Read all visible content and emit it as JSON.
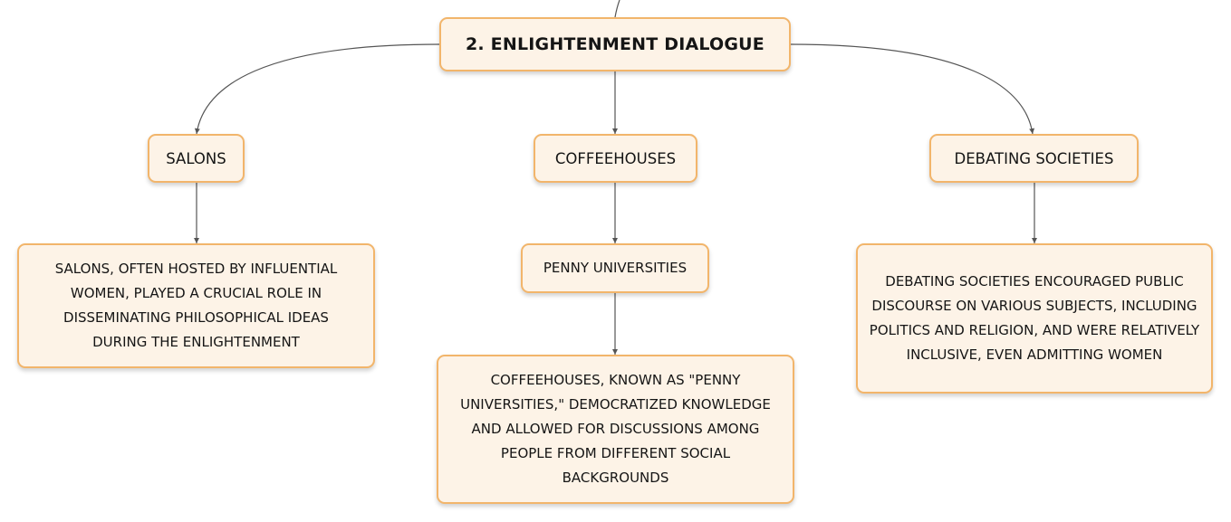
{
  "diagram": {
    "root": {
      "label": "2. Enlightenment Dialogue"
    },
    "branches": [
      {
        "label": "Salons",
        "children": [
          {
            "label": "Salons, often hosted by influential women, played a crucial role in disseminating philosophical ideas during the Enlightenment"
          }
        ]
      },
      {
        "label": "Coffeehouses",
        "children": [
          {
            "label": "Penny Universities"
          },
          {
            "label": "Coffeehouses, known as \"Penny Universities,\" democratized knowledge and allowed for discussions among people from different social backgrounds"
          }
        ]
      },
      {
        "label": "Debating Societies",
        "children": [
          {
            "label": "Debating societies encouraged public discourse on various subjects, including politics and religion, and were relatively inclusive, even admitting women"
          }
        ]
      }
    ]
  },
  "colors": {
    "node_fill": "#fdf3e7",
    "node_border": "#f2b56b",
    "connector": "#555555",
    "text": "#151515"
  }
}
